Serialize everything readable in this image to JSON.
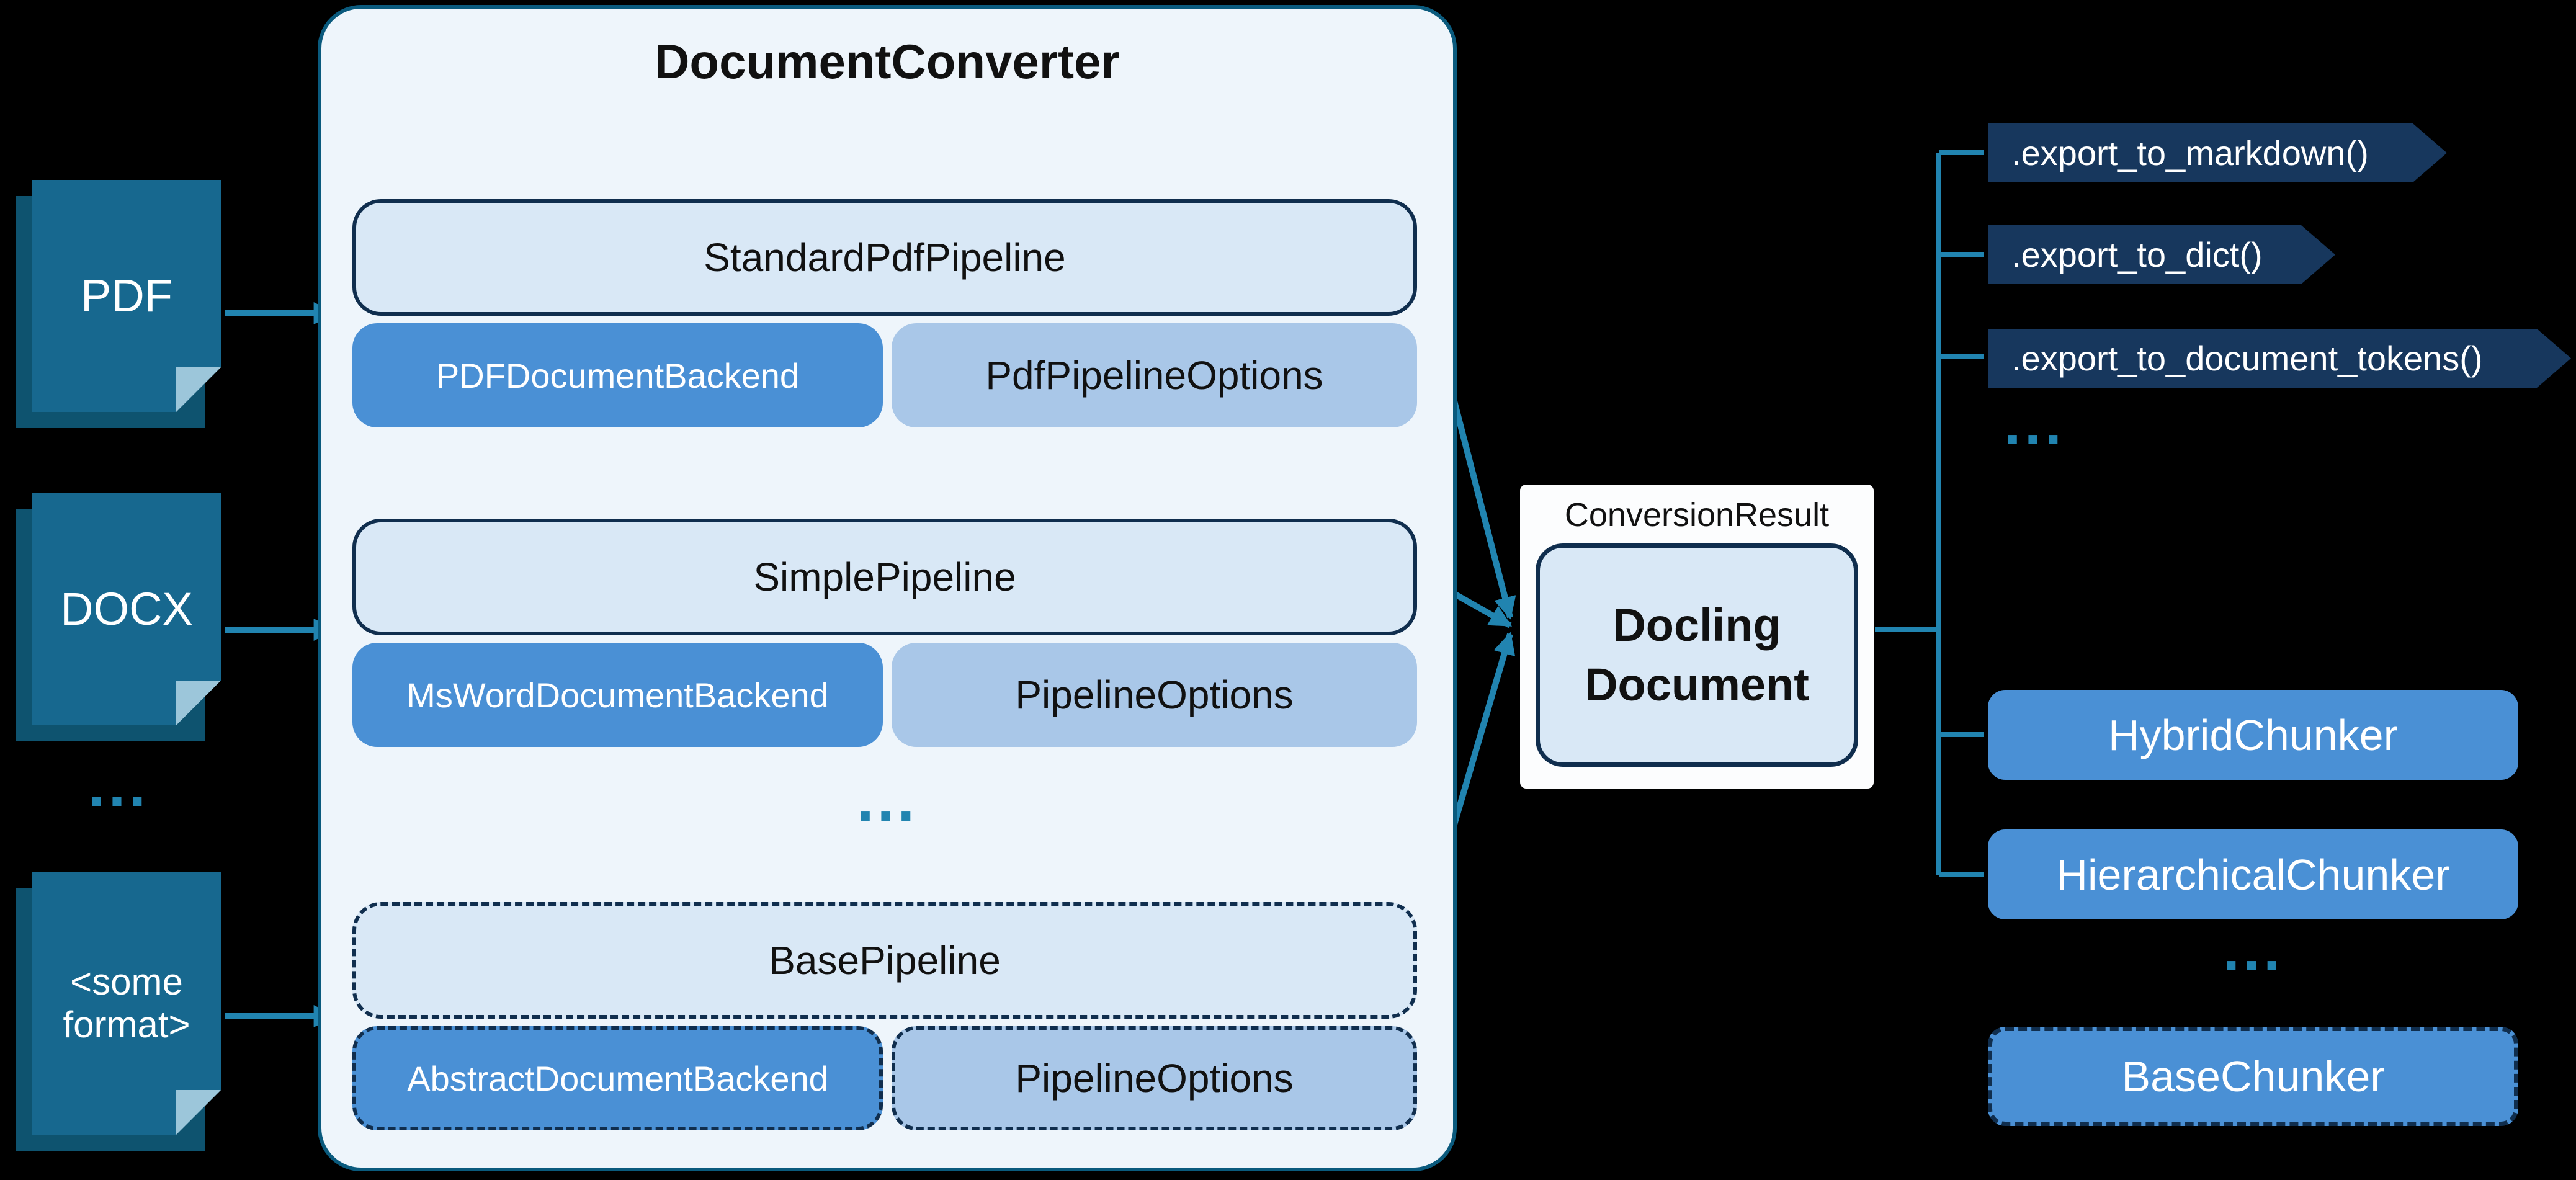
{
  "colors": {
    "bg": "#000000",
    "teal": "#17688f",
    "teal-dark": "#0e536f",
    "fold": "#9cc6da",
    "arrow": "#2184b0",
    "converter-border": "#0a5a7d",
    "converter-fill": "#eef5fb",
    "navy": "#102e4e",
    "pale-blue": "#d9e8f6",
    "mid-blue": "#4a90d5",
    "light-blue": "#a9c7e8",
    "banner-navy": "#17375d",
    "text-dark": "#111111",
    "text-light": "#ffffff"
  },
  "sources": {
    "items": [
      "PDF",
      "DOCX",
      "<some\nformat>"
    ],
    "ellipsis": "..."
  },
  "converter": {
    "title": "DocumentConverter",
    "ellipsis": "...",
    "groups": [
      {
        "pipeline": "StandardPdfPipeline",
        "backend": "PDFDocumentBackend",
        "options": "PdfPipelineOptions"
      },
      {
        "pipeline": "SimplePipeline",
        "backend": "MsWordDocumentBackend",
        "options": "PipelineOptions"
      },
      {
        "pipeline": "BasePipeline",
        "backend": "AbstractDocumentBackend",
        "options": "PipelineOptions"
      }
    ]
  },
  "result": {
    "label": "ConversionResult",
    "document": "Docling\nDocument"
  },
  "exports": {
    "items": [
      ".export_to_markdown()",
      ".export_to_dict()",
      ".export_to_document_tokens()"
    ],
    "ellipsis": "..."
  },
  "chunkers": {
    "items": [
      "HybridChunker",
      "HierarchicalChunker"
    ],
    "ellipsis": "...",
    "base": "BaseChunker"
  }
}
